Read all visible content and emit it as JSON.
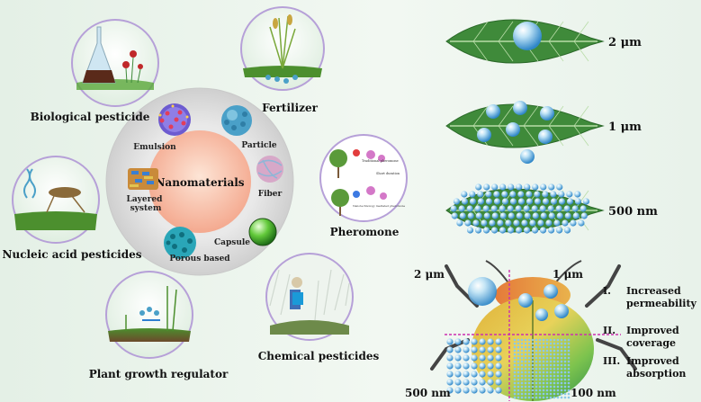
{
  "center": {
    "title": "Nanomaterials"
  },
  "ring_items": {
    "emulsion": "Emulsion",
    "particle": "Particle",
    "fiber": "Fiber",
    "capsule": "Capsule",
    "porous": "Porous based",
    "layered": "Layered system"
  },
  "applications": {
    "biological": "Biological pesticide",
    "fertilizer": "Fertilizer",
    "pheromone": "Pheromone",
    "chemical": "Chemical pesticides",
    "growth": "Plant growth regulator",
    "nucleic": "Nucleic acid pesticides"
  },
  "pheromone_inset": {
    "traditional": "Traditional pheromone",
    "short": "Short duration",
    "nano": "Nanotechnology mediated pheromone"
  },
  "leaf_sizes": [
    "2 μm",
    "1 μm",
    "500 nm"
  ],
  "beetle_labels": {
    "tl": "2 μm",
    "tr": "1 μm",
    "bl": "500 nm",
    "br": "100 nm"
  },
  "benefits": [
    {
      "num": "I.",
      "line1": "Increased",
      "line2": "permeability"
    },
    {
      "num": "II.",
      "line1": "Improved",
      "line2": "coverage"
    },
    {
      "num": "III.",
      "line1": "Improved",
      "line2": "absorption"
    }
  ],
  "colors": {
    "leaf": "#3f8a3a",
    "leaf_vein": "#b9dca8",
    "droplet": "#5aaee0",
    "ring": "#d9d9d9",
    "core": "#f6c3b0",
    "beetle_grid": "#cc2fb0"
  }
}
